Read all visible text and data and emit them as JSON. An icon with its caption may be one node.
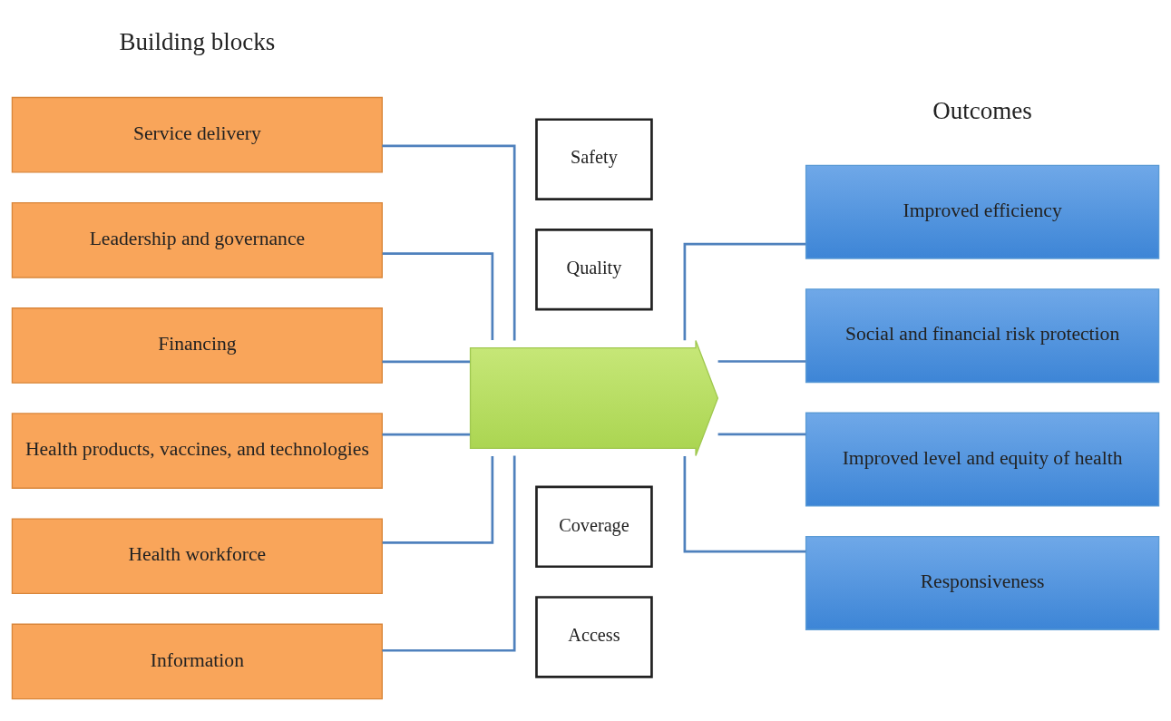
{
  "diagram": {
    "nodes": [
      {
        "text": [
          "Service delivery"
        ]
      },
      {
        "text": [
          "Leadership and governance"
        ]
      },
      {
        "text": [
          "Financing"
        ]
      },
      {
        "text": [
          "Health products, vaccines, and technologies"
        ]
      },
      {
        "text": [
          "Health workforce"
        ]
      },
      {
        "text": [
          "Information"
        ]
      },
      {
        "text": [
          "Safety"
        ]
      },
      {
        "text": [
          "Quality"
        ]
      },
      {
        "text": [],
        "shape": "arrow"
      },
      {
        "text": [
          "Coverage"
        ]
      },
      {
        "text": [
          "Access"
        ]
      },
      {
        "text": [
          "Improved efficiency"
        ]
      },
      {
        "text": [
          "Social and financial risk protection"
        ]
      },
      {
        "text": [
          "Improved level and equity of health"
        ]
      },
      {
        "text": [
          "Responsiveness"
        ]
      }
    ],
    "edges": [
      {
        "from": 0,
        "to": 8,
        "arrow": "none"
      },
      {
        "from": 1,
        "to": 8,
        "arrow": "none"
      },
      {
        "from": 2,
        "to": 8,
        "arrow": "none"
      },
      {
        "from": 3,
        "to": 8,
        "arrow": "none"
      },
      {
        "from": 4,
        "to": 8,
        "arrow": "none"
      },
      {
        "from": 5,
        "to": 8,
        "arrow": "none"
      },
      {
        "from": 8,
        "to": 11,
        "arrow": "none"
      },
      {
        "from": 8,
        "to": 12,
        "arrow": "none"
      },
      {
        "from": 8,
        "to": 13,
        "arrow": "none"
      },
      {
        "from": 8,
        "to": 14,
        "arrow": "none"
      }
    ],
    "labels": [
      "Building blocks",
      "Outcomes"
    ]
  }
}
